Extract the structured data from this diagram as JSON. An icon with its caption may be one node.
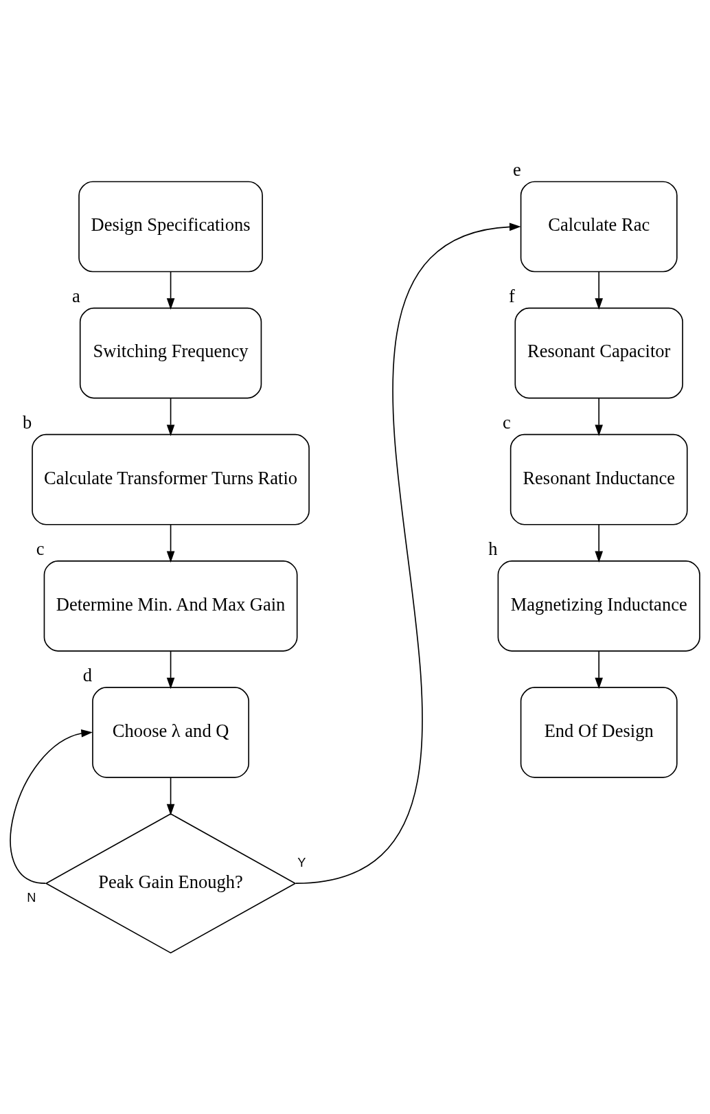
{
  "diagram": {
    "nodes": [
      {
        "text": [
          "Design Specifications"
        ]
      },
      {
        "text": [
          "Switching Frequency"
        ],
        "beside": [
          "a"
        ]
      },
      {
        "text": [
          "Calculate Transformer Turns Ratio"
        ],
        "beside": [
          "b"
        ]
      },
      {
        "text": [
          "Determine Min. And Max Gain"
        ],
        "beside": [
          "c"
        ]
      },
      {
        "text": [
          "Choose λ and Q"
        ],
        "beside": [
          "d"
        ]
      },
      {
        "text": [
          "Peak Gain Enough?"
        ]
      },
      {
        "text": [
          "Calculate Rac"
        ],
        "beside": [
          "e"
        ]
      },
      {
        "text": [
          "Resonant Capacitor"
        ],
        "beside": [
          "f"
        ]
      },
      {
        "text": [
          "Resonant Inductance"
        ],
        "beside": [
          "c"
        ]
      },
      {
        "text": [
          "Magnetizing Inductance"
        ],
        "beside": [
          "h"
        ]
      },
      {
        "text": [
          "End Of Design"
        ]
      }
    ],
    "edges": [
      {
        "from": 0,
        "to": 1,
        "arrow": "to"
      },
      {
        "from": 1,
        "to": 2,
        "arrow": "to"
      },
      {
        "from": 2,
        "to": 3,
        "arrow": "to"
      },
      {
        "from": 3,
        "to": 4,
        "arrow": "to"
      },
      {
        "from": 4,
        "to": 5,
        "arrow": "to"
      },
      {
        "from": 5,
        "to": 4,
        "label": "N",
        "arrow": "to"
      },
      {
        "from": 5,
        "to": 6,
        "label": "Y",
        "arrow": "to"
      },
      {
        "from": 6,
        "to": 7,
        "arrow": "to"
      },
      {
        "from": 7,
        "to": 8,
        "arrow": "to"
      },
      {
        "from": 8,
        "to": 9,
        "arrow": "to"
      },
      {
        "from": 9,
        "to": 10,
        "arrow": "to"
      }
    ]
  }
}
